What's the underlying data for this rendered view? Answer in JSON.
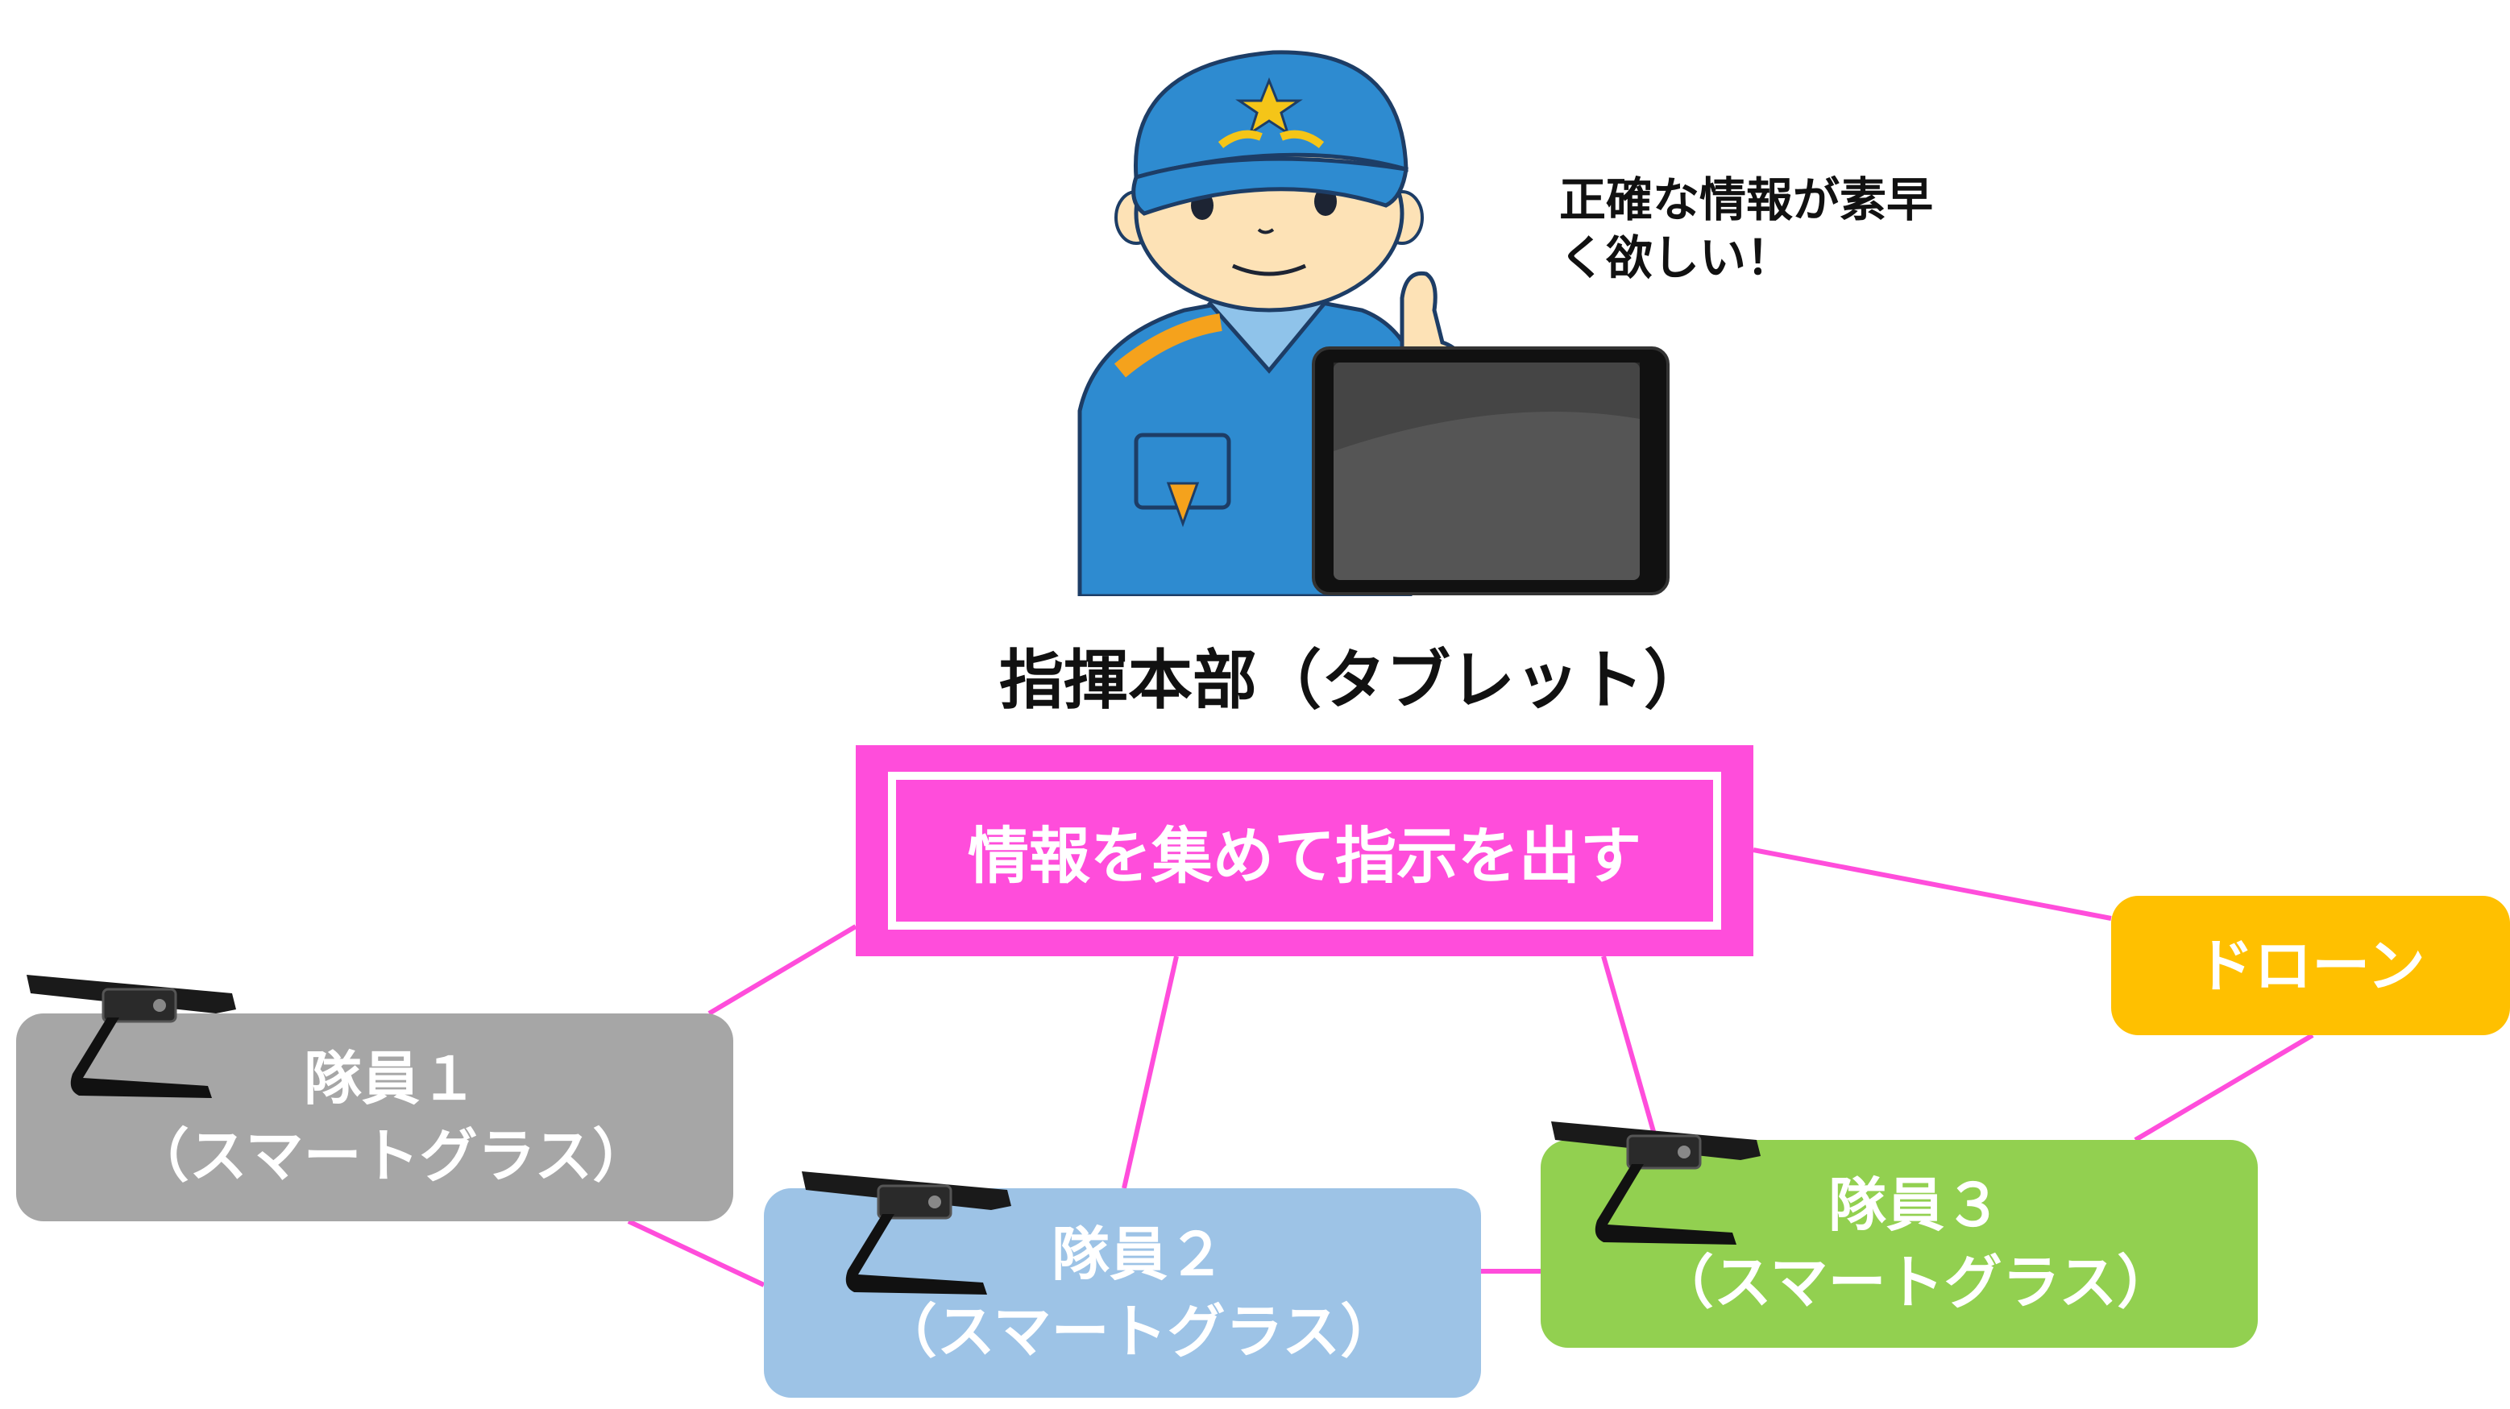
{
  "headquarters": {
    "label": "指揮本部（タブレット）",
    "speech_line1": "正確な情報が素早",
    "speech_line2": "く欲しい！"
  },
  "center_node": {
    "label": "情報を集めて指示を出す",
    "color": "#ff4ddb"
  },
  "drone_node": {
    "label": "ドローン",
    "color": "#ffc000"
  },
  "members": [
    {
      "line1": "隊員１",
      "line2": "（スマートグラス）",
      "color": "#a6a6a6"
    },
    {
      "line1": "隊員２",
      "line2": "（スマートグラス）",
      "color": "#9dc3e6"
    },
    {
      "line1": "隊員３",
      "line2": "（スマートグラス）",
      "color": "#92d050"
    }
  ],
  "connector_color": "#ff4ddb",
  "icons": {
    "officer": "firefighter-officer-icon",
    "tablet": "tablet-icon",
    "glasses": "smart-glasses-icon"
  }
}
